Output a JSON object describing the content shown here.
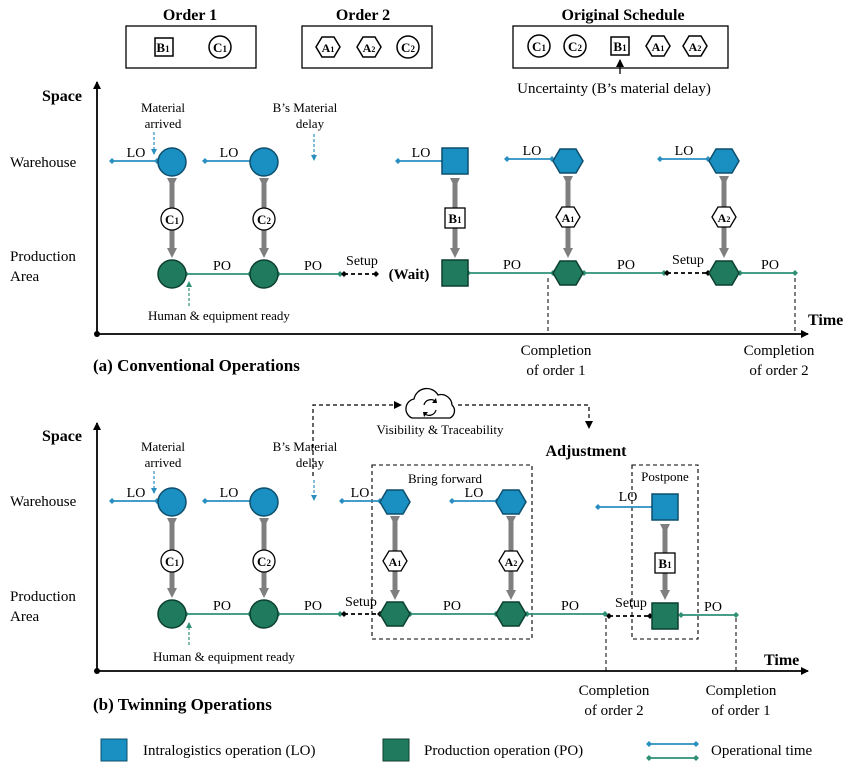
{
  "orders": {
    "order1": {
      "title": "Order 1",
      "items": [
        {
          "letter": "B",
          "sub": "1",
          "shape": "square"
        },
        {
          "letter": "C",
          "sub": "1",
          "shape": "circle"
        }
      ]
    },
    "order2": {
      "title": "Order 2",
      "items": [
        {
          "letter": "A",
          "sub": "1",
          "shape": "hexagon"
        },
        {
          "letter": "A",
          "sub": "2",
          "shape": "hexagon"
        },
        {
          "letter": "C",
          "sub": "2",
          "shape": "circle"
        }
      ]
    },
    "original": {
      "title": "Original Schedule",
      "items": [
        {
          "letter": "C",
          "sub": "1",
          "shape": "circle"
        },
        {
          "letter": "C",
          "sub": "2",
          "shape": "circle"
        },
        {
          "letter": "B",
          "sub": "1",
          "shape": "square"
        },
        {
          "letter": "A",
          "sub": "1",
          "shape": "hexagon"
        },
        {
          "letter": "A",
          "sub": "2",
          "shape": "hexagon"
        }
      ]
    },
    "uncertainty": "Uncertainty (B’s material delay)"
  },
  "panel_a": {
    "space_label": "Space",
    "time_label": "Time",
    "warehouse": "Warehouse",
    "production_line1": "Production",
    "production_line2": "Area",
    "material_arrived_line1": "Material",
    "material_arrived_line2": "arrived",
    "delay_line1": "B’s Material",
    "delay_line2": "delay",
    "human_ready": "Human & equipment ready",
    "lo": "LO",
    "po": "PO",
    "setup": "Setup",
    "wait": "(Wait)",
    "completion1_line1": "Completion",
    "completion1_line2": "of order 1",
    "completion2_line1": "Completion",
    "completion2_line2": "of order 2",
    "caption": "(a) Conventional Operations"
  },
  "panel_b": {
    "space_label": "Space",
    "time_label": "Time",
    "warehouse": "Warehouse",
    "production_line1": "Production",
    "production_line2": "Area",
    "material_arrived_line1": "Material",
    "material_arrived_line2": "arrived",
    "delay_line1": "B’s Material",
    "delay_line2": "delay",
    "human_ready": "Human & equipment ready",
    "visibility": "Visibility & Traceability",
    "adjustment": "Adjustment",
    "bring_forward": "Bring forward",
    "postpone": "Postpone",
    "lo": "LO",
    "po": "PO",
    "setup": "Setup",
    "completion1_line1": "Completion",
    "completion1_line2": "of order 2",
    "completion2_line1": "Completion",
    "completion2_line2": "of order 1",
    "caption": "(b) Twinning Operations"
  },
  "legend": {
    "lo": "Intralogistics operation (LO)",
    "po": "Production operation (PO)",
    "time": "Operational time"
  },
  "colors": {
    "lo": "#1a8fc1",
    "po": "#1f7a5e",
    "line_lo": "#2a8fc0",
    "line_po": "#2e9075",
    "arrow": "#7f7f7f"
  }
}
